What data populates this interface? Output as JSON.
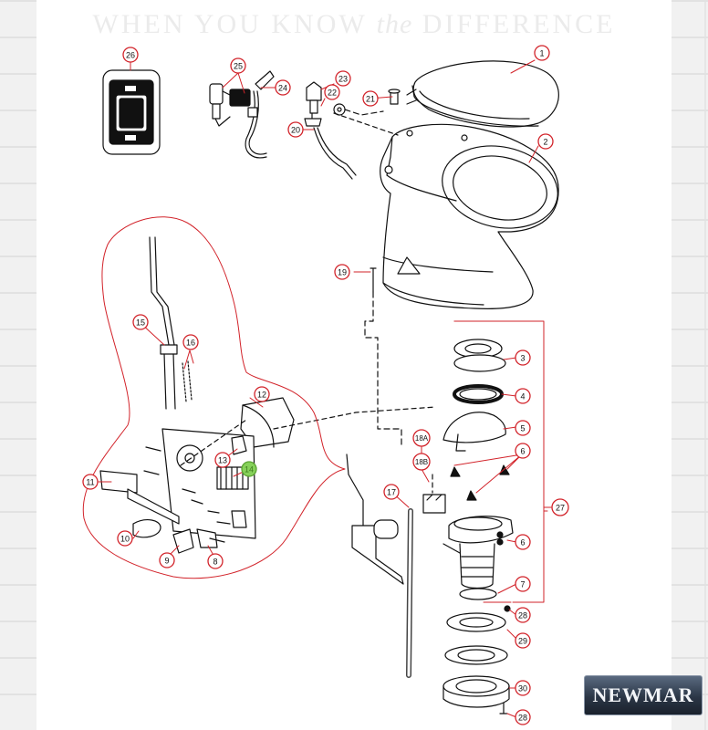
{
  "tagline": {
    "part1": "WHEN YOU KNOW ",
    "part2": "the",
    "part3": " DIFFERENCE"
  },
  "brand": {
    "logo_text": "NEWMAR"
  },
  "colors": {
    "callout_red": "#d2232a",
    "line_art": "#111111",
    "highlight_green": "#86d15a"
  },
  "callouts": {
    "c1": "1",
    "c2": "2",
    "c3": "3",
    "c4": "4",
    "c5": "5",
    "c6a": "6",
    "c6b": "6",
    "c7": "7",
    "c8": "8",
    "c9": "9",
    "c10": "10",
    "c11": "11",
    "c12": "12",
    "c13": "13",
    "c14": "14",
    "c15": "15",
    "c16": "16",
    "c17": "17",
    "c18a": "18A",
    "c18b": "18B",
    "c19": "19",
    "c20": "20",
    "c21": "21",
    "c22": "22",
    "c23": "23",
    "c24": "24",
    "c25": "25",
    "c26": "26",
    "c27": "27",
    "c28a": "28",
    "c28b": "28",
    "c29": "29",
    "c30": "30"
  }
}
